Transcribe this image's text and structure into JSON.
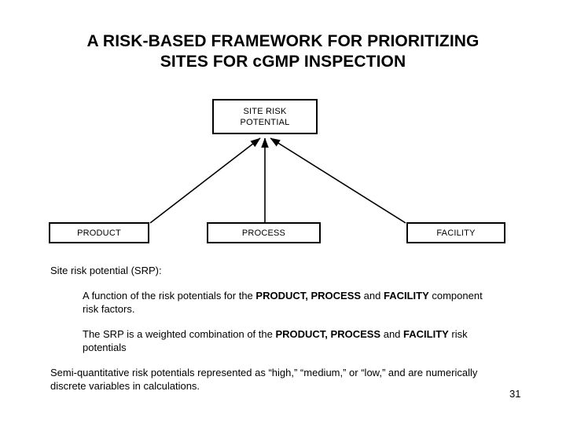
{
  "slide": {
    "title_lines": [
      "A RISK-BASED FRAMEWORK FOR PRIORITIZING",
      "SITES FOR cGMP INSPECTION"
    ],
    "page_number": "31"
  },
  "diagram": {
    "type": "hierarchy",
    "description": "Three component risk factor boxes feeding arrows upward into a single Site Risk Potential box",
    "nodes": [
      {
        "id": "srp",
        "label": "SITE RISK\nPOTENTIAL",
        "role": "root"
      },
      {
        "id": "product",
        "label": "PRODUCT",
        "role": "component"
      },
      {
        "id": "process",
        "label": "PROCESS",
        "role": "component"
      },
      {
        "id": "facility",
        "label": "FACILITY",
        "role": "component"
      }
    ],
    "edges": [
      {
        "from": "product",
        "to": "srp",
        "style": "arrow"
      },
      {
        "from": "process",
        "to": "srp",
        "style": "arrow"
      },
      {
        "from": "facility",
        "to": "srp",
        "style": "arrow"
      }
    ],
    "colors": {
      "line": "#000000",
      "box_border": "#000000",
      "box_fill": "#ffffff"
    }
  },
  "body": {
    "lead": "Site risk potential (SRP):",
    "bullets": [
      {
        "segments": [
          {
            "text": "A function of the risk potentials for the ",
            "bold": false
          },
          {
            "text": "PRODUCT, PROCESS",
            "bold": true
          },
          {
            "text": " and ",
            "bold": false
          },
          {
            "text": "FACILITY",
            "bold": true
          },
          {
            "text": " component risk factors.",
            "bold": false
          }
        ]
      },
      {
        "segments": [
          {
            "text": "The SRP is a weighted combination of the ",
            "bold": false
          },
          {
            "text": "PRODUCT, PROCESS",
            "bold": true
          },
          {
            "text": " and ",
            "bold": false
          },
          {
            "text": "FACILITY",
            "bold": true
          },
          {
            "text": " risk potentials",
            "bold": false
          }
        ]
      }
    ],
    "tail": "Semi-quantitative risk potentials represented as  “high,” “medium,” or “low,” and are numerically discrete variables in calculations."
  }
}
